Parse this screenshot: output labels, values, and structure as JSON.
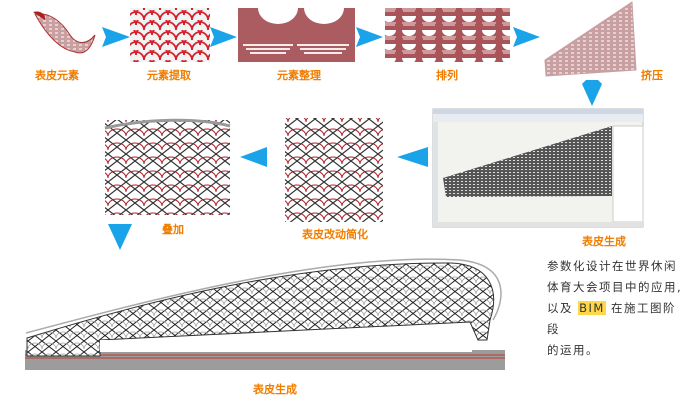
{
  "steps": {
    "s1": "表皮元素",
    "s2": "元素提取",
    "s3": "元素整理",
    "s4": "排列",
    "s5": "挤压",
    "s6": "表皮生成",
    "s7": "表皮改动简化",
    "s8": "叠加",
    "s9": "表皮生成"
  },
  "description": {
    "line1": "参数化设计在世界休闲",
    "line2": "体育大会项目中的应用,",
    "line3_pre": "以及 ",
    "line3_highlight": "BIM",
    "line3_post": " 在施工图阶段",
    "line4": "的运用。"
  },
  "colors": {
    "arrow": "#1aa3e8",
    "label": "#f07d00",
    "tile": "#b05a5e",
    "highlight": "#ffd84a"
  }
}
